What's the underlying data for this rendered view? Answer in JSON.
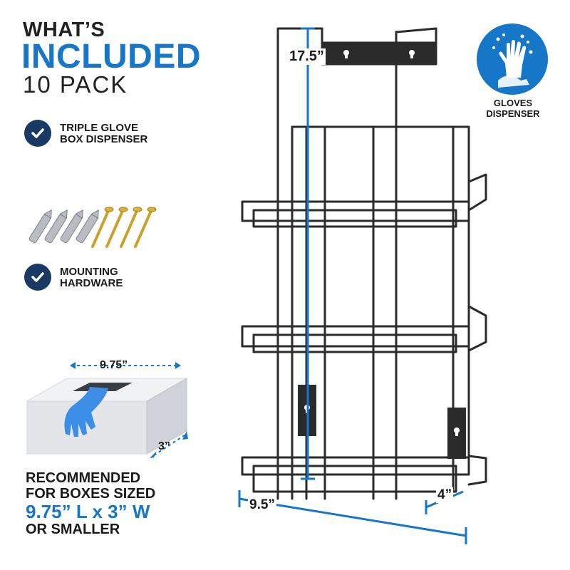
{
  "heading": {
    "whats": "WHAT’S",
    "included": "INCLUDED",
    "pack": "10 PACK"
  },
  "items": [
    {
      "line1": "TRIPLE GLOVE",
      "line2": "BOX DISPENSER",
      "icon": "check-icon"
    },
    {
      "line1": "MOUNTING",
      "line2": "HARDWARE",
      "icon": "check-icon"
    }
  ],
  "badge": {
    "line1": "GLOVES",
    "line2": "DISPENSER",
    "icon": "hand-washing-icon"
  },
  "dimensions": {
    "height": "17.5”",
    "width": "9.5”",
    "depth": "4”",
    "box_length": "9.75”",
    "box_width": "3”"
  },
  "recommendation": {
    "line1": "RECOMMENDED",
    "line2": "FOR BOXES SIZED",
    "size": "9.75” L x 3” W",
    "line4": "OR SMALLER"
  },
  "colors": {
    "accent": "#1676c8",
    "dark_navy": "#1a3a66",
    "rack": "#2b2b2b",
    "glove": "#3c8ee6"
  }
}
